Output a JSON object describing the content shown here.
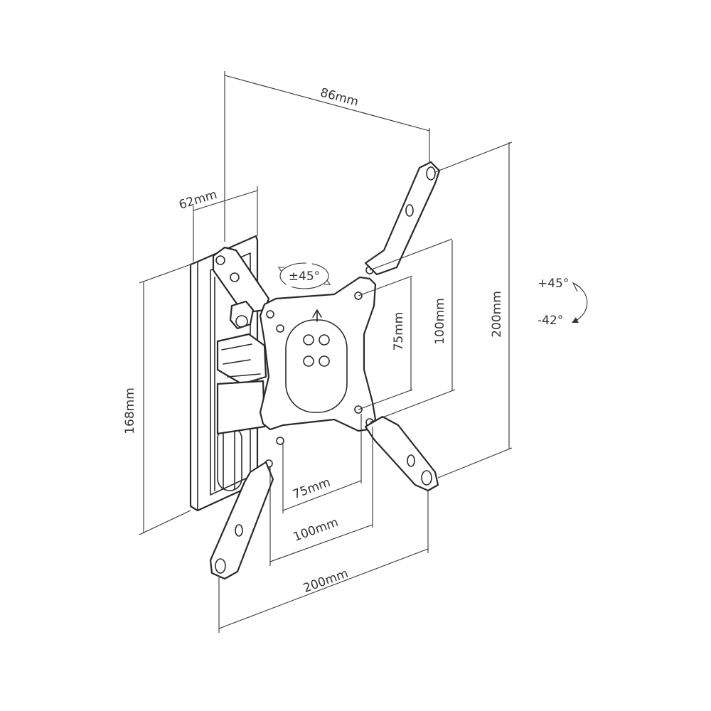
{
  "diagram": {
    "dimensions": {
      "depth_max": "86mm",
      "depth_min": "62mm",
      "wall_plate_height": "168mm",
      "arm_span_vertical": "200mm",
      "vesa_vertical_100": "100mm",
      "vesa_vertical_75": "75mm",
      "vesa_horizontal_75": "75mm",
      "vesa_horizontal_100": "100mm",
      "arm_span_horizontal": "200mm"
    },
    "rotation": "±45°",
    "tilt": {
      "up": "+45°",
      "down": "-42°"
    },
    "line_color": "#2a2a2a"
  }
}
